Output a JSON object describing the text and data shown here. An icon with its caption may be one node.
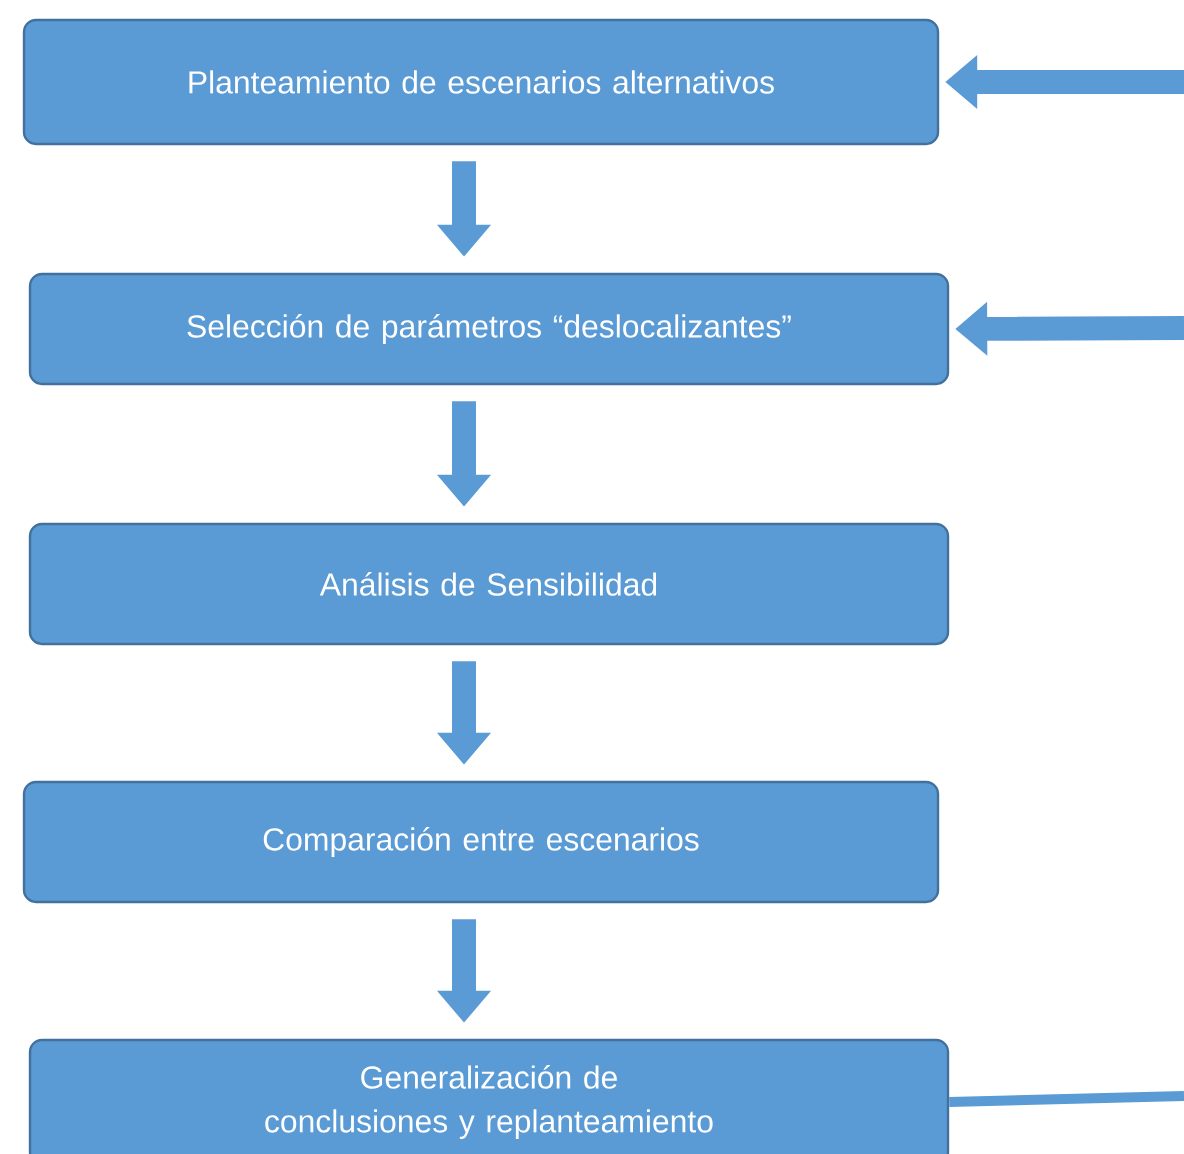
{
  "diagram": {
    "nodes": [
      {
        "text": [
          "Planteamiento de escenarios alternativos"
        ]
      },
      {
        "text": [
          "Selección de parámetros “deslocalizantes”"
        ]
      },
      {
        "text": [
          "Análisis de Sensibilidad"
        ]
      },
      {
        "text": [
          "Comparación entre escenarios"
        ]
      },
      {
        "text": [
          "Generalización de conclusiones y replanteamiento"
        ]
      }
    ],
    "edges": [
      {
        "from": 0,
        "to": 1,
        "arrow": "to"
      },
      {
        "from": 1,
        "to": 2,
        "arrow": "to"
      },
      {
        "from": 2,
        "to": 3,
        "arrow": "to"
      },
      {
        "from": 3,
        "to": 4,
        "arrow": "to"
      },
      {
        "from": null,
        "to": 0,
        "arrow": "to"
      },
      {
        "from": null,
        "to": 1,
        "arrow": "to"
      },
      {
        "from": 4,
        "to": null,
        "arrow": "none"
      }
    ]
  }
}
